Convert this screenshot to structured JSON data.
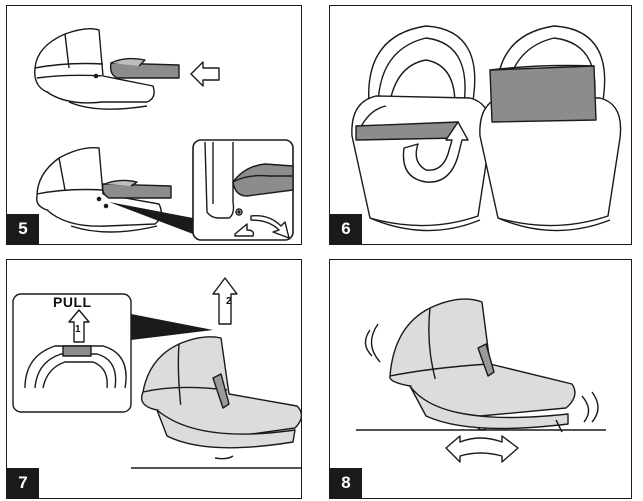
{
  "panels": [
    {
      "step": "5"
    },
    {
      "step": "6"
    },
    {
      "step": "7",
      "pull_label": "PULL",
      "arrow_1": "1",
      "arrow_2": "2"
    },
    {
      "step": "8"
    }
  ],
  "colors": {
    "line": "#1a1a1a",
    "fabric": "#dcdcdc",
    "fabric_dark": "#9a9a9a",
    "mattress": "#8c8c8c"
  }
}
